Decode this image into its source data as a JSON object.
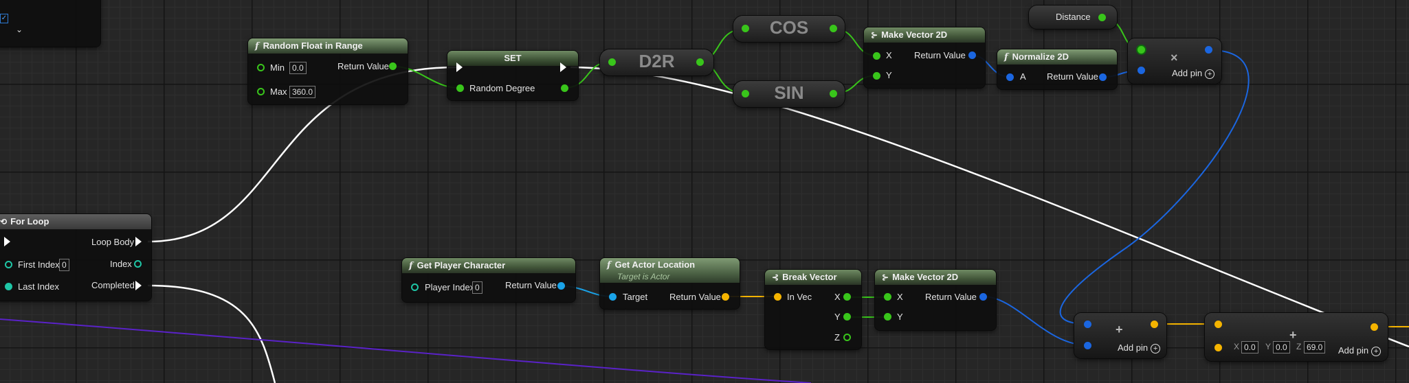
{
  "nodes": {
    "random_float": {
      "title": "Random Float in Range",
      "min_label": "Min",
      "min_value": "0.0",
      "max_label": "Max",
      "max_value": "360.0",
      "return_label": "Return Value"
    },
    "set": {
      "title": "SET",
      "var_label": "Random Degree"
    },
    "d2r": {
      "title": "D2R"
    },
    "cos": {
      "title": "COS"
    },
    "sin": {
      "title": "SIN"
    },
    "make_vec_top": {
      "title": "Make Vector 2D",
      "x": "X",
      "y": "Y",
      "return_label": "Return Value"
    },
    "normalize": {
      "title": "Normalize 2D",
      "a": "A",
      "return_label": "Return Value"
    },
    "distance": {
      "title": "Distance"
    },
    "multiply": {
      "symbol": "×",
      "add_pin": "Add pin"
    },
    "for_loop": {
      "title": "For Loop",
      "loop_body": "Loop Body",
      "first_index": "First Index",
      "first_value": "0",
      "index": "Index",
      "last_index": "Last Index",
      "completed": "Completed"
    },
    "get_player": {
      "title": "Get Player Character",
      "player_index": "Player Index",
      "player_value": "0",
      "return_label": "Return Value"
    },
    "get_actor_loc": {
      "title": "Get Actor Location",
      "subtitle": "Target is Actor",
      "target": "Target",
      "return_label": "Return Value"
    },
    "break_vector": {
      "title": "Break Vector",
      "in_vec": "In Vec",
      "x": "X",
      "y": "Y",
      "z": "Z"
    },
    "make_vec_bottom": {
      "title": "Make Vector 2D",
      "x": "X",
      "y": "Y",
      "return_label": "Return Value"
    },
    "add_vec2": {
      "symbol": "+",
      "add_pin": "Add pin"
    },
    "add_vec3": {
      "symbol": "+",
      "x_label": "X",
      "x_value": "0.0",
      "y_label": "Y",
      "y_value": "0.0",
      "z_label": "Z",
      "z_value": "69.0",
      "add_pin": "Add pin"
    }
  },
  "colors": {
    "exec": "#ffffff",
    "float": "#39c51b",
    "vector2d": "#1b66e0",
    "vector": "#f5b400",
    "object": "#1aa3e8",
    "int": "#1fc6a6"
  }
}
